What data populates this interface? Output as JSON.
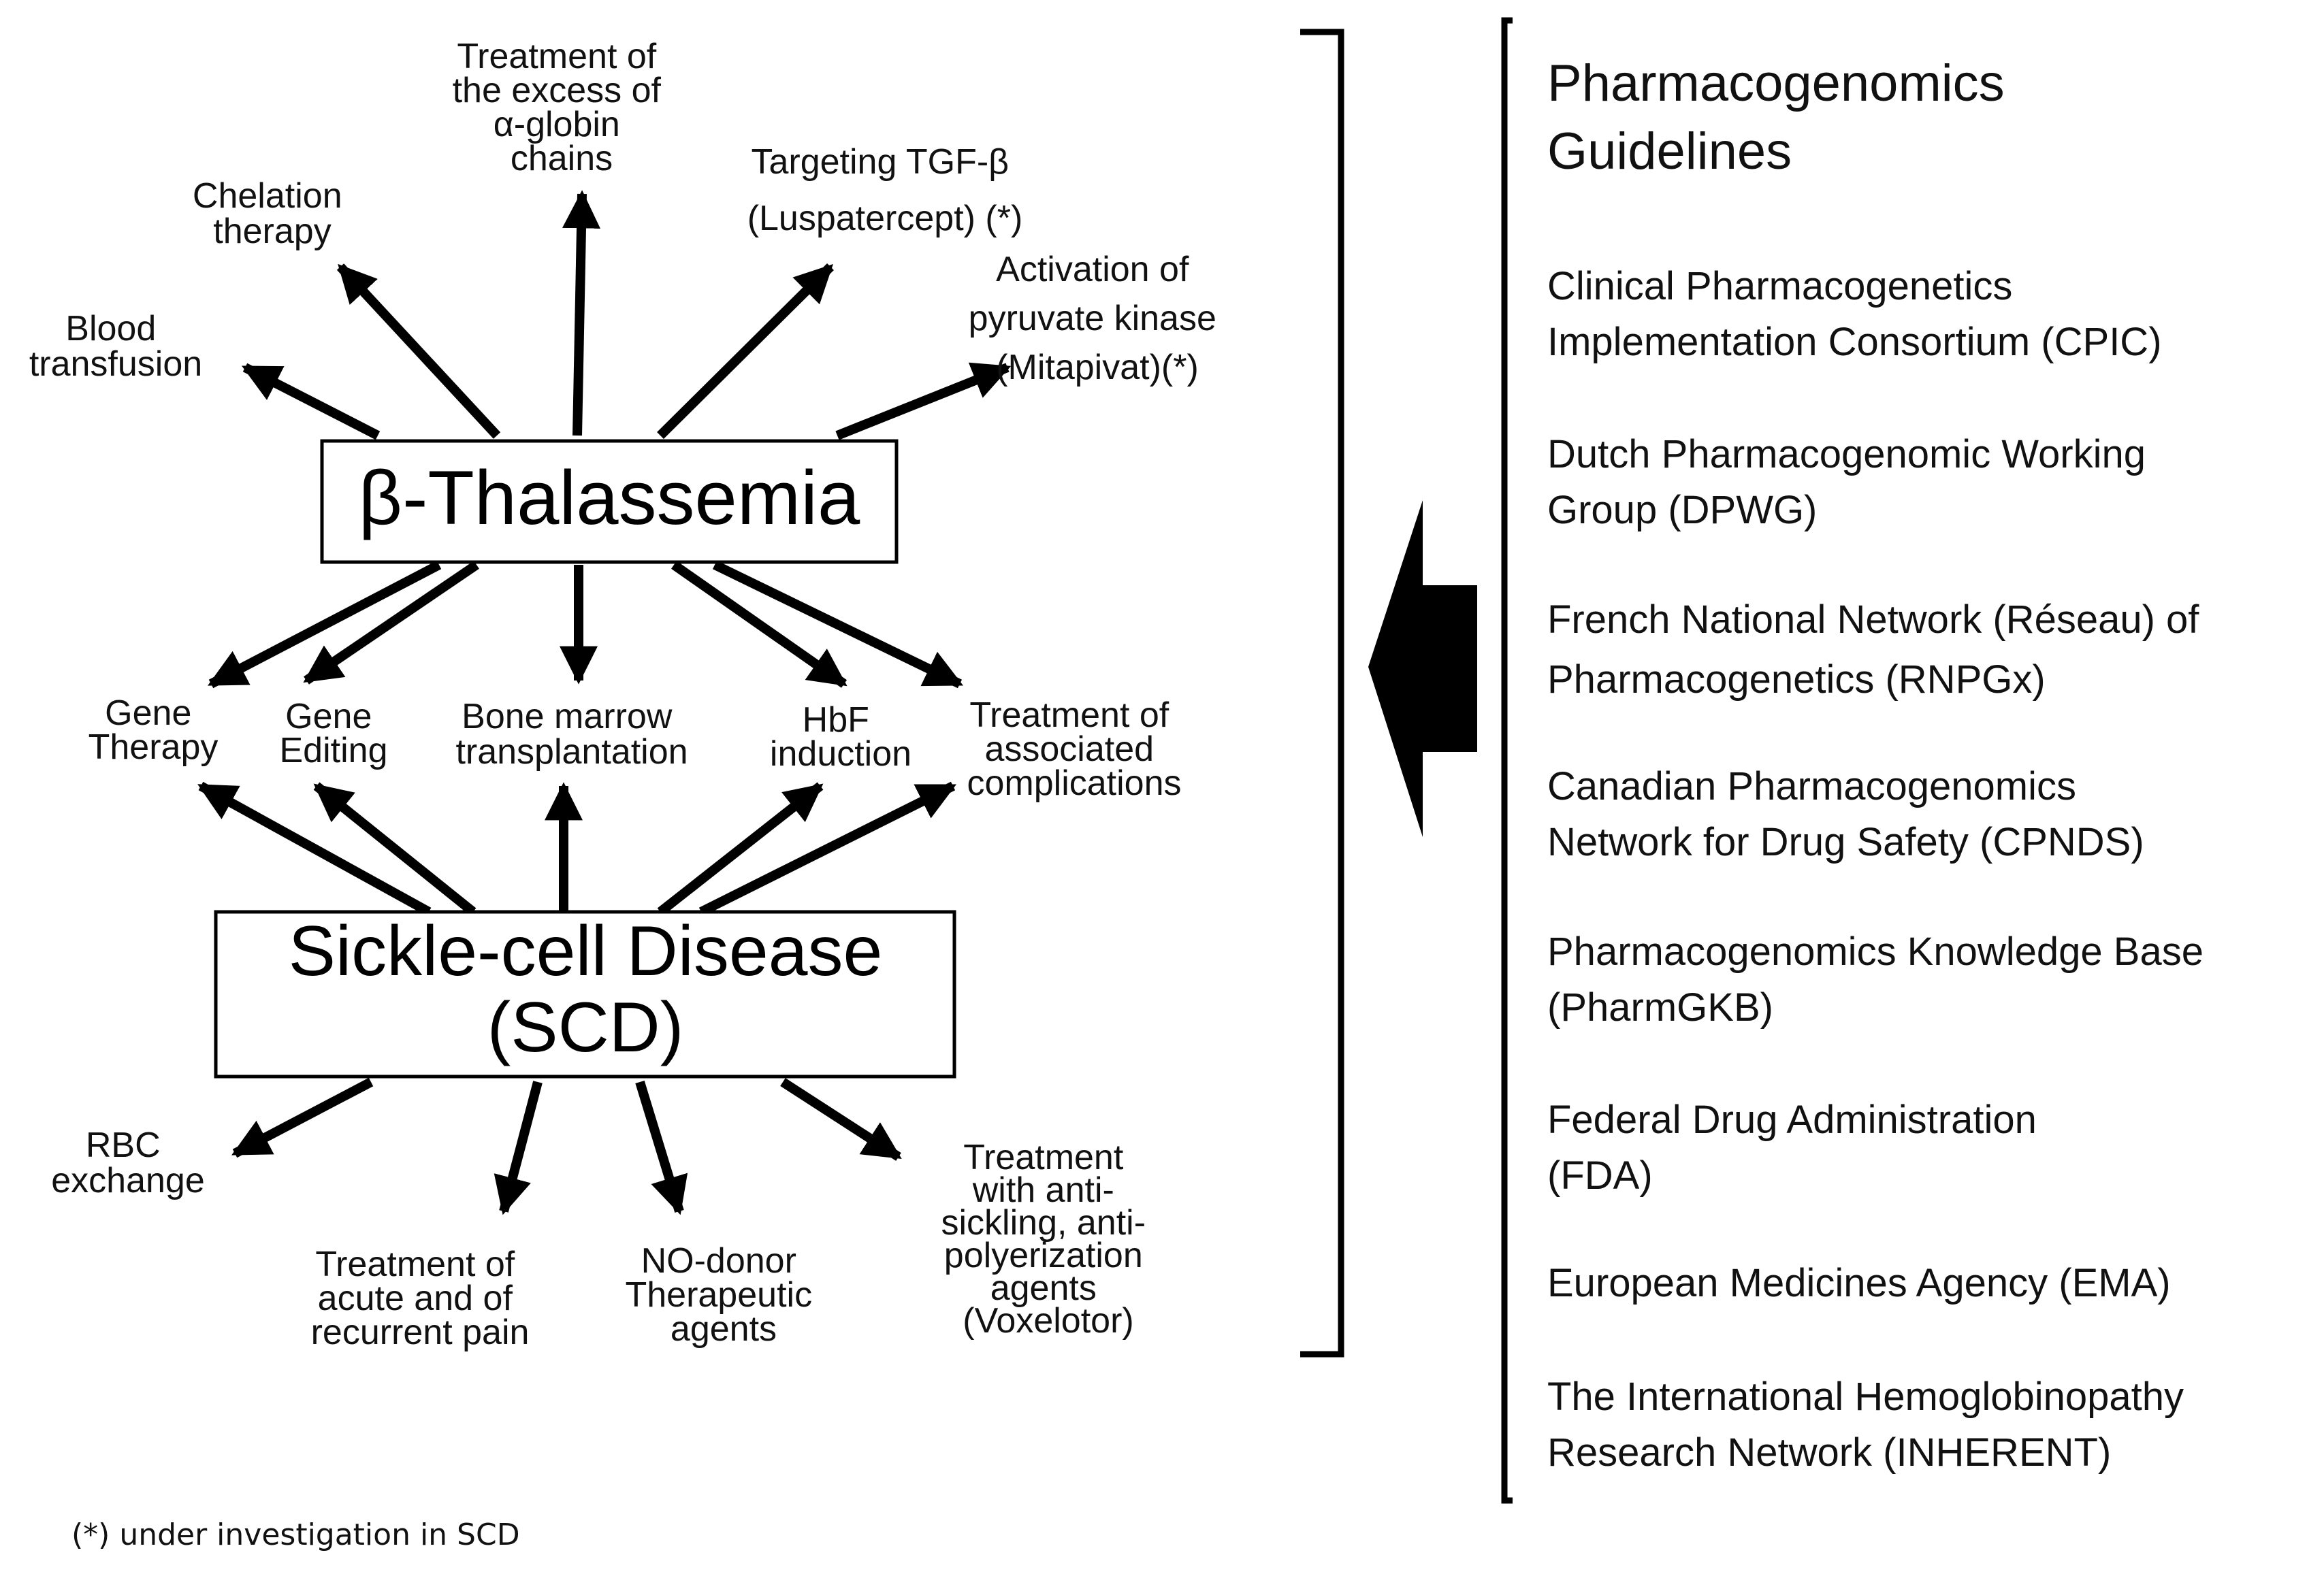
{
  "nodes": {
    "thal": "β-Thalassemia",
    "scd_line1": "Sickle-cell  Disease",
    "scd_line2": "(SCD)"
  },
  "thal_only": {
    "blood_transfusion": [
      "Blood",
      "transfusion"
    ],
    "chelation": [
      "Chelation",
      "therapy"
    ],
    "alpha_globin": [
      "Treatment of",
      "the excess of",
      "α-globin",
      "chains"
    ],
    "tgf_beta": [
      "Targeting TGF-β",
      "(Luspatercept) (*)"
    ],
    "pyruvate_kinase": [
      "Activation of",
      "pyruvate kinase",
      "(Mitapivat)(*)"
    ]
  },
  "shared": {
    "gene_therapy": [
      "Gene",
      "Therapy"
    ],
    "gene_editing": [
      "Gene",
      "Editing"
    ],
    "bone_marrow": [
      "Bone marrow",
      "transplantation"
    ],
    "hbf": [
      "HbF",
      "induction"
    ],
    "complications": [
      "Treatment of",
      "associated",
      "complications"
    ]
  },
  "scd_only": {
    "rbc_exchange": [
      "RBC",
      "exchange"
    ],
    "pain": [
      "Treatment of",
      "acute and of",
      "recurrent pain"
    ],
    "no_donor": [
      "NO-donor",
      "Therapeutic",
      "agents"
    ],
    "anti_sickling": [
      "Treatment",
      "with anti-",
      "sickling, anti-",
      "polyerization",
      "agents",
      "(Voxelotor)"
    ]
  },
  "guidelines": {
    "title": [
      "Pharmacogenomics",
      "Guidelines"
    ],
    "items": [
      [
        "Clinical Pharmacogenetics",
        "Implementation Consortium (CPIC)"
      ],
      [
        "Dutch Pharmacogenomic Working",
        "Group (DPWG)"
      ],
      [
        "French National Network (Réseau) of",
        "Pharmacogenetics (RNPGx)"
      ],
      [
        "Canadian Pharmacogenomics",
        "Network for Drug Safety (CPNDS)"
      ],
      [
        "Pharmacogenomics Knowledge Base",
        "(PharmGKB)"
      ],
      [
        "Federal Drug Administration",
        "(FDA)"
      ],
      [
        "European Medicines Agency (EMA)"
      ],
      [
        "The International Hemoglobinopathy",
        "Research Network (INHERENT)"
      ]
    ]
  },
  "footnote": "(*) under investigation in SCD"
}
